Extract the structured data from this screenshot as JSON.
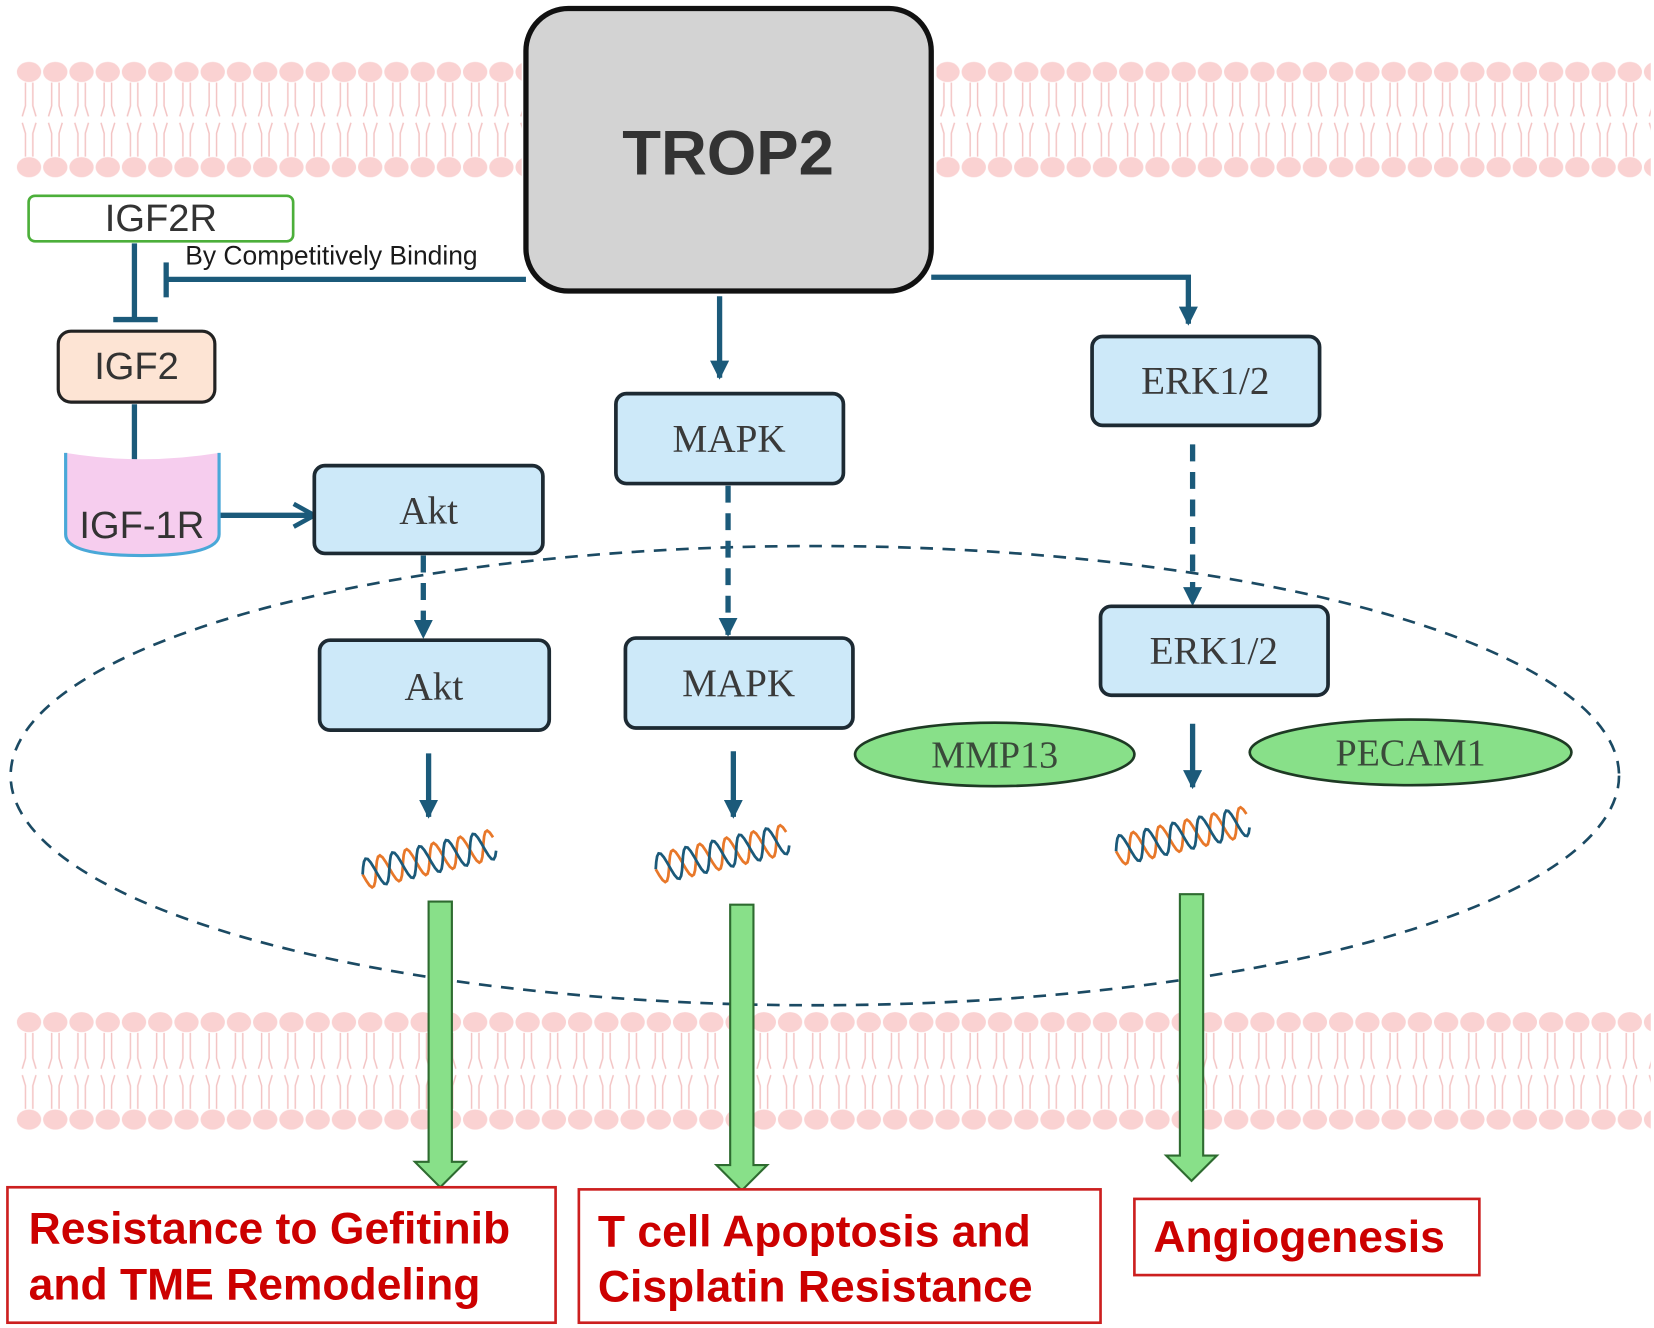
{
  "diagram": {
    "receptor": "TROP2",
    "igf2r": "IGF2R",
    "inhibition_label": "By Competitively Binding",
    "igf2": "IGF2",
    "igf1r": "IGF-1R",
    "akt_pathway": {
      "cytoplasm": "Akt",
      "nucleus": "Akt",
      "outcome": [
        "Resistance to Gefitinib",
        "and TME Remodeling"
      ]
    },
    "mapk_pathway": {
      "cytoplasm": "MAPK",
      "nucleus": "MAPK",
      "outcome": [
        "T cell Apoptosis and",
        "Cisplatin Resistance"
      ]
    },
    "erk_pathway": {
      "cytoplasm": "ERK1/2",
      "nucleus": "ERK1/2",
      "outcome": [
        "Angiogenesis"
      ]
    },
    "nuclear_factors": [
      "MMP13",
      "PECAM1"
    ]
  },
  "colors": {
    "signal": "#1b5a7a",
    "kinase-fill": "#cde9f9",
    "kinase-stroke": "#1d2a33",
    "outcome": "#cc0000",
    "green": "#88e089",
    "membrane": "#fad2d2",
    "membrane-tail": "#f3c4c4",
    "dna_strand_a": "#e8782a",
    "dna_strand_b": "#1b5a7a"
  }
}
